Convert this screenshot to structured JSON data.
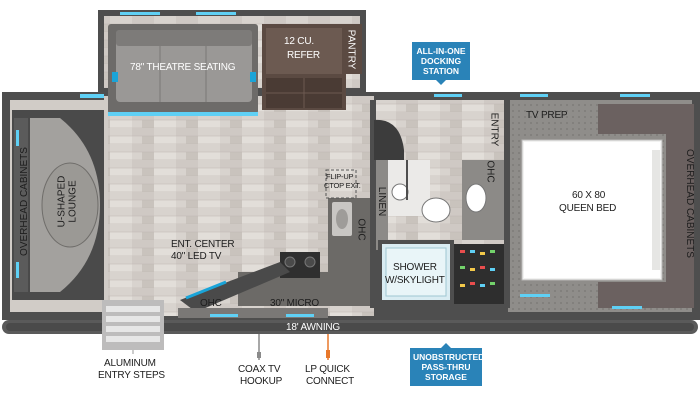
{
  "rooms": {
    "theatre_seating": "78\" THEATRE SEATING",
    "refer_line1": "12 CU.",
    "refer_line2": "REFER",
    "pantry": "PANTRY",
    "u_lounge_line1": "U-SHAPED",
    "u_lounge_line2": "LOUNGE",
    "overhead_cabinets_left": "OVERHEAD CABINETS",
    "overhead_cabinets_right": "OVERHEAD CABINETS",
    "ent_center_line1": "ENT. CENTER",
    "ent_center_line2": "40\" LED TV",
    "flip_up_line1": "FLIP-UP",
    "flip_up_line2": "CTOP EXT.",
    "ohc_kitchen": "OHC",
    "ohc_bottom": "OHC",
    "micro": "30\" MICRO",
    "linen": "LINEN",
    "ohc_bath": "OHC",
    "entry": "ENTRY",
    "tv_prep": "TV PREP",
    "bed_line1": "60 x 80",
    "bed_line2": "QUEEN BED",
    "shower_line1": "SHOWER",
    "shower_line2": "w/SKYLIGHT",
    "awning": "18' AWNING"
  },
  "callouts": {
    "docking_line1": "ALL-IN-ONE",
    "docking_line2": "DOCKING",
    "docking_line3": "STATION",
    "storage_line1": "UNOBSTRUCTED",
    "storage_line2": "PASS-THRU",
    "storage_line3": "STORAGE"
  },
  "external": {
    "steps_line1": "ALUMINUM",
    "steps_line2": "ENTRY STEPS",
    "coax_line1": "COAX TV",
    "coax_line2": "HOOKUP",
    "lp_line1": "LP QUICK",
    "lp_line2": "CONNECT"
  },
  "colors": {
    "wall": "#4e4e4e",
    "floor": "#d9d4cf",
    "cabinet": "#5b4a42",
    "accent_blue": "#2a83b8",
    "led_blue": "#5fd0f5",
    "lp_orange": "#e8782a"
  }
}
